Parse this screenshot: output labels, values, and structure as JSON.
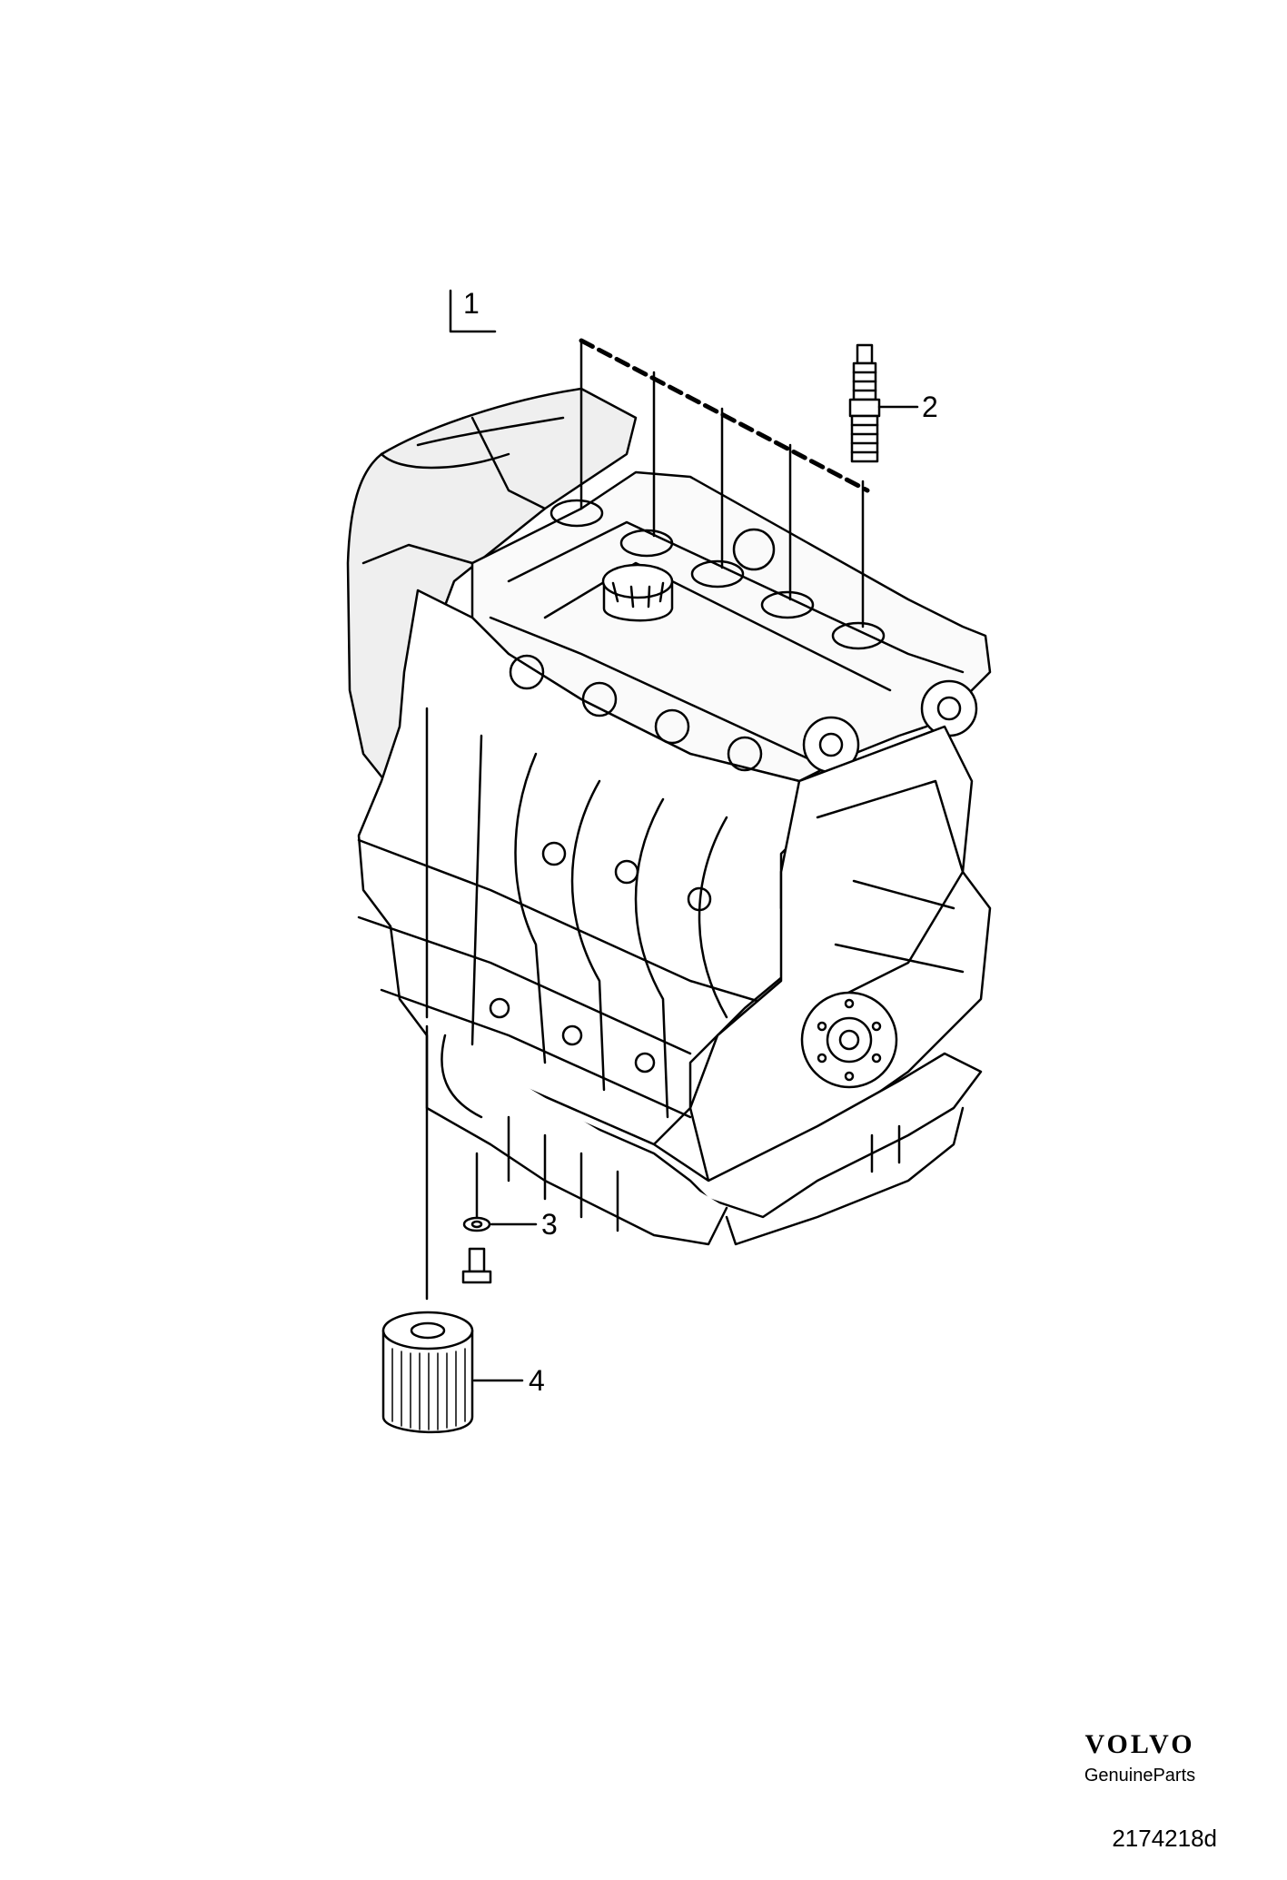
{
  "diagram": {
    "callouts": [
      {
        "id": "1",
        "label": "1"
      },
      {
        "id": "2",
        "label": "2"
      },
      {
        "id": "3",
        "label": "3"
      },
      {
        "id": "4",
        "label": "4"
      }
    ],
    "colors": {
      "line": "#000000",
      "background": "#ffffff",
      "shade": "#e6e6e6"
    }
  },
  "branding": {
    "logo_text": "VOLVO",
    "subtitle": "GenuineParts",
    "drawing_number": "2174218d"
  }
}
